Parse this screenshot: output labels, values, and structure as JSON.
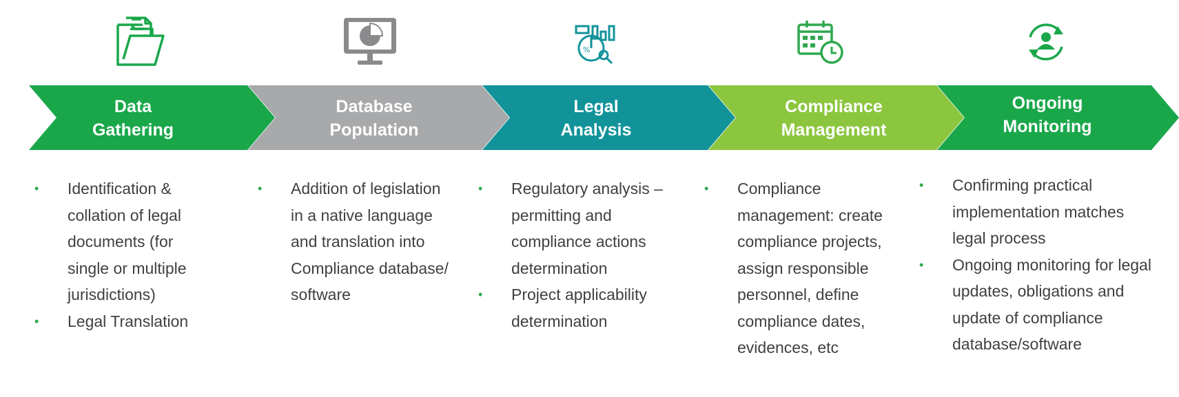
{
  "colors": {
    "green": "#19a74a",
    "gray": "#a8a9ab",
    "teal": "#12939a",
    "lime": "#8cc63f",
    "bullet": "#2fa84f",
    "text": "#404040"
  },
  "stages": [
    {
      "icon": "folder-icon",
      "title_line1": "Data",
      "title_line2": "Gathering",
      "color": "#19a74a",
      "bullets": [
        [
          "Identification &",
          "collation of legal",
          "documents (for",
          "single or multiple",
          "jurisdictions)"
        ],
        [
          "Legal Translation"
        ]
      ]
    },
    {
      "icon": "monitor-pie-chart-icon",
      "title_line1": "Database",
      "title_line2": "Population",
      "color": "#a8a9ab",
      "bullets": [
        [
          "Addition of legislation",
          "in a native language",
          "and translation into",
          "Compliance database/",
          "software"
        ]
      ]
    },
    {
      "icon": "analysis-chart-icon",
      "title_line1": "Legal",
      "title_line2": "Analysis",
      "color": "#12939a",
      "bullets": [
        [
          "Regulatory analysis –",
          "permitting and",
          "compliance actions",
          "determination"
        ],
        [
          "Project applicability",
          "determination"
        ]
      ]
    },
    {
      "icon": "calendar-clock-icon",
      "title_line1": "Compliance",
      "title_line2": "Management",
      "color": "#8cc63f",
      "bullets": [
        [
          "Compliance",
          "management: create",
          "compliance projects,",
          "assign responsible",
          "personnel, define",
          "compliance dates,",
          "evidences, etc"
        ]
      ]
    },
    {
      "icon": "person-refresh-icon",
      "title_line1": "Ongoing",
      "title_line2": "Monitoring",
      "color": "#19a74a",
      "bullets": [
        [
          "Confirming practical",
          "implementation matches",
          "legal process"
        ],
        [
          "Ongoing monitoring for legal",
          "updates, obligations and",
          "update of compliance",
          "database/software"
        ]
      ]
    }
  ]
}
